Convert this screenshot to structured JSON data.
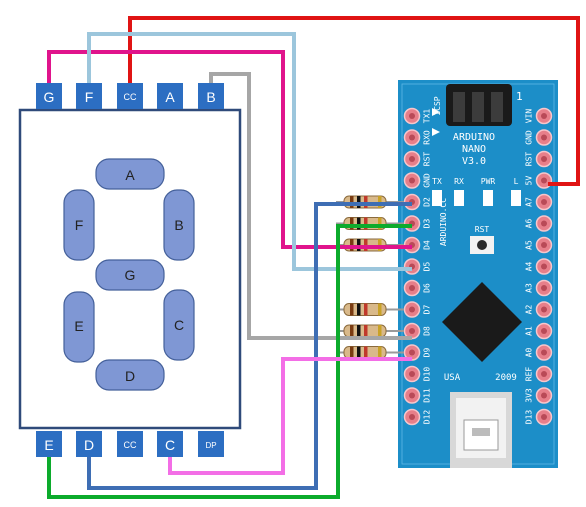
{
  "display": {
    "top_pins": [
      "G",
      "F",
      "CC",
      "A",
      "B"
    ],
    "bottom_pins": [
      "E",
      "D",
      "CC",
      "C",
      "DP"
    ],
    "segments": [
      "A",
      "B",
      "C",
      "D",
      "E",
      "F",
      "G"
    ]
  },
  "board": {
    "title": "ARDUINO",
    "model": "NANO",
    "version": "V3.0",
    "site": "ARDUINO.CC",
    "year": "2009",
    "usa": "USA",
    "icsp": "ICSP",
    "icsp_pin": "1",
    "rst_button": "RST",
    "led_labels": [
      "TX",
      "RX",
      "PWR",
      "L"
    ],
    "left_pins": [
      "TX1",
      "RXO",
      "RST",
      "GND",
      "D2",
      "D3",
      "D4",
      "D5",
      "D6",
      "D7",
      "D8",
      "D9",
      "D10",
      "D11",
      "D12"
    ],
    "right_pins": [
      "VIN",
      "GND",
      "RST",
      "5V",
      "A7",
      "A6",
      "A5",
      "A4",
      "A3",
      "A2",
      "A1",
      "A0",
      "REF",
      "3V3",
      "D13"
    ]
  },
  "colors": {
    "board": "#1c8ec8",
    "display_border": "#2f4a7a",
    "segment_fill": "#7f97d4",
    "pin_box": "#2c6ec2",
    "wire_red": "#e01414",
    "wire_magenta": "#e0148c",
    "wire_lightblue": "#9cc6dc",
    "wire_grey": "#a6a6a6",
    "wire_darkblue": "#3e6eb4",
    "wire_green": "#0cab2c",
    "wire_pink": "#f36ee6"
  }
}
